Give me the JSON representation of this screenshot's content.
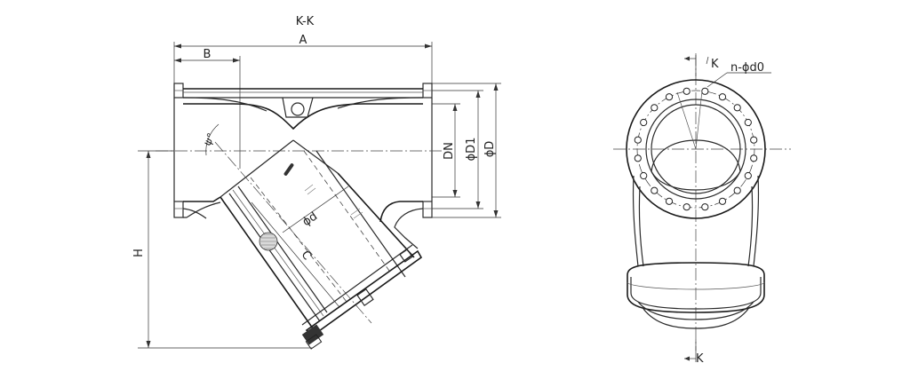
{
  "section_view": {
    "title": "K-K",
    "labels": {
      "A": "A",
      "B": "B",
      "DN": "DN",
      "D1": "ϕD1",
      "D": "ϕD",
      "H": "H",
      "d": "ϕd",
      "C": "C",
      "angle": "ψ°"
    }
  },
  "end_view": {
    "section_mark_top": "K",
    "section_mark_bottom": "K",
    "hole_label": "n-ϕd0"
  }
}
